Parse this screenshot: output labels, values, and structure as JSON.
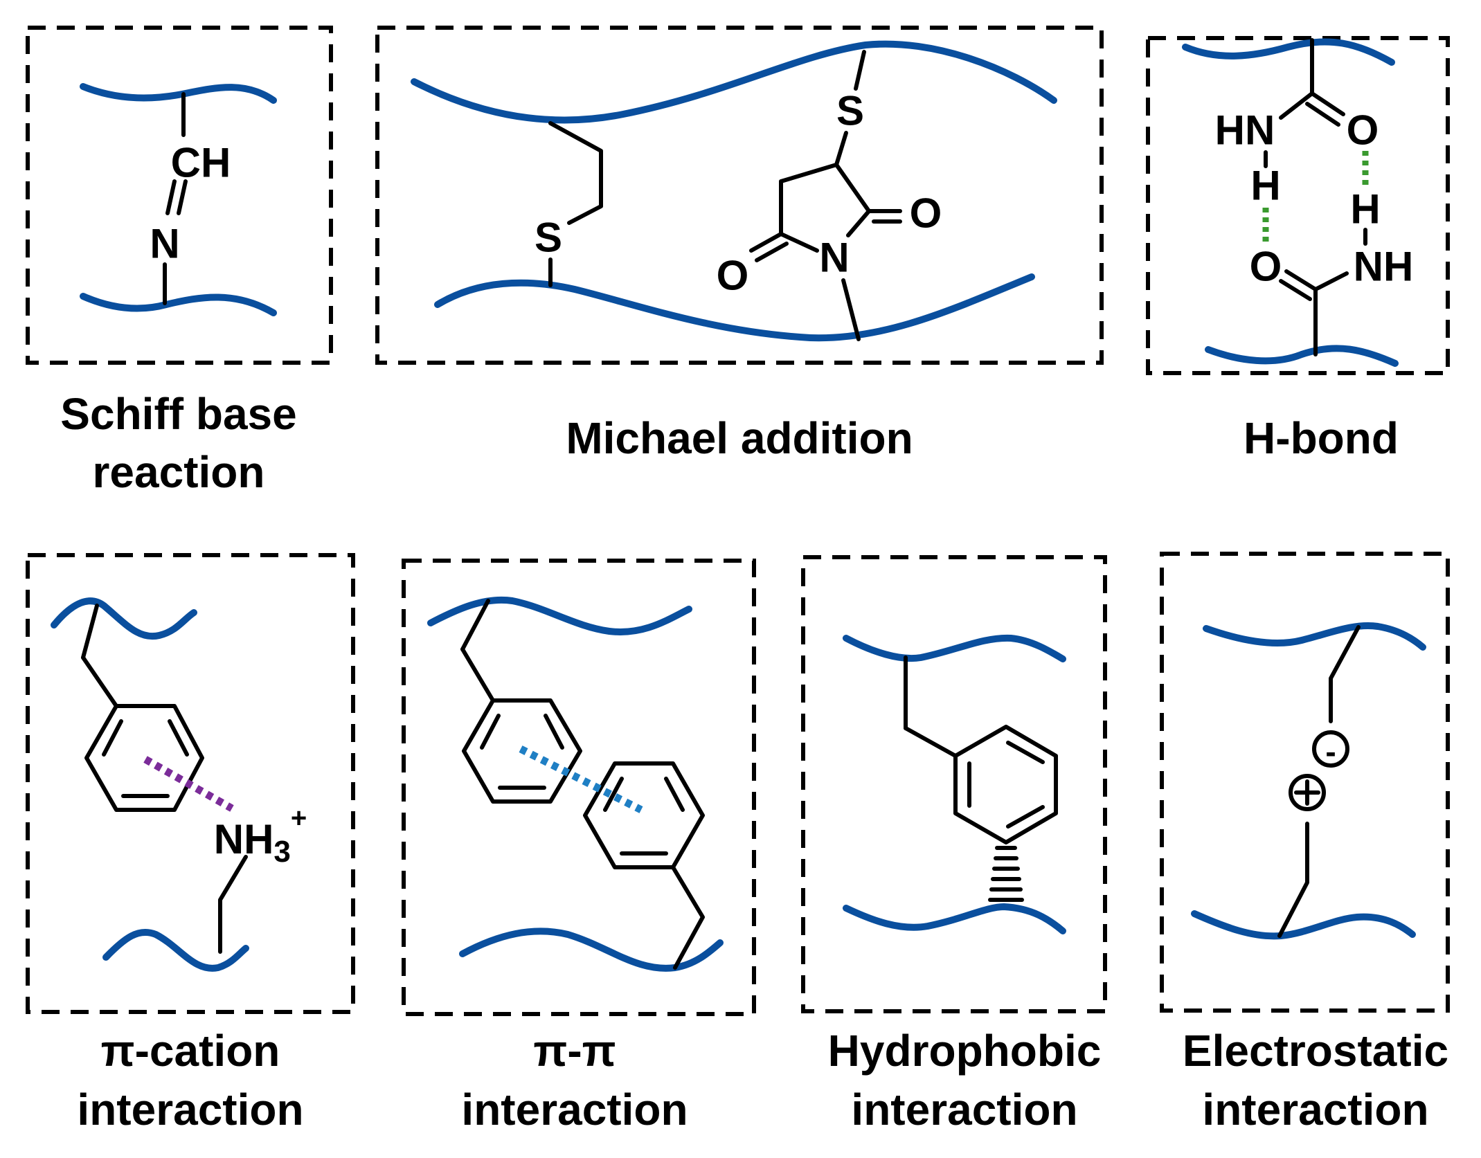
{
  "panels": [
    {
      "id": "schiff",
      "caption": [
        "Schiff base",
        "reaction"
      ],
      "atoms": {
        "ch": "CH",
        "n": "N"
      }
    },
    {
      "id": "michael",
      "caption": [
        "Michael addition"
      ],
      "atoms": {
        "s1": "S",
        "s2": "S",
        "n": "N",
        "o1": "O",
        "o2": "O"
      }
    },
    {
      "id": "hbond",
      "caption": [
        "H-bond"
      ],
      "atoms": {
        "hn": "HN",
        "o_top": "O",
        "h_left": "H",
        "h_right": "H",
        "o_bottom": "O",
        "nh": "NH"
      }
    },
    {
      "id": "pi_cation",
      "caption": [
        "π-cation",
        "interaction"
      ],
      "atoms": {
        "nh3": "NH",
        "sub": "3",
        "sup": "+"
      }
    },
    {
      "id": "pi_pi",
      "caption": [
        "π-π",
        "interaction"
      ]
    },
    {
      "id": "hydrophobic",
      "caption": [
        "Hydrophobic",
        "interaction"
      ]
    },
    {
      "id": "electrostatic",
      "caption": [
        "Electrostatic",
        "interaction"
      ],
      "atoms": {
        "minus": "-",
        "plus": "+"
      }
    }
  ],
  "colors": {
    "chain": "#0a4f9e",
    "hbond_dots": "#3a9a2f",
    "pi_cation_dots": "#7b2c99",
    "pi_pi_dots": "#1f7fc4"
  }
}
